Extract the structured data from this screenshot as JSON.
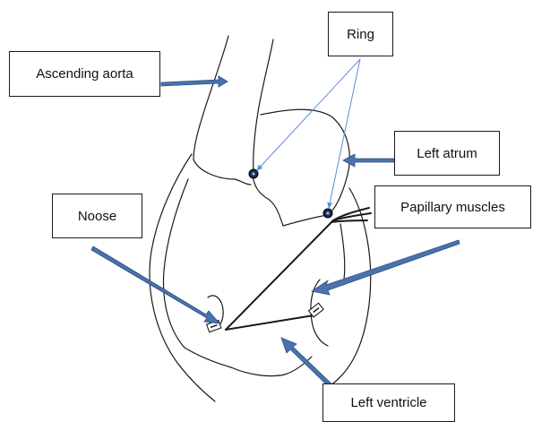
{
  "labels": {
    "ascending_aorta": "Ascending aorta",
    "ring": "Ring",
    "left_atrium": "Left atrum",
    "noose": "Noose",
    "papillary_muscles": "Papillary muscles",
    "left_ventricle": "Left ventricle"
  },
  "colors": {
    "outline": "#1a1a1a",
    "arrow_fill": "#4a72ad",
    "arrow_stroke": "#2e4f80",
    "pointer_line": "#5b8fd6",
    "ring_marker": "#1a2a55"
  }
}
